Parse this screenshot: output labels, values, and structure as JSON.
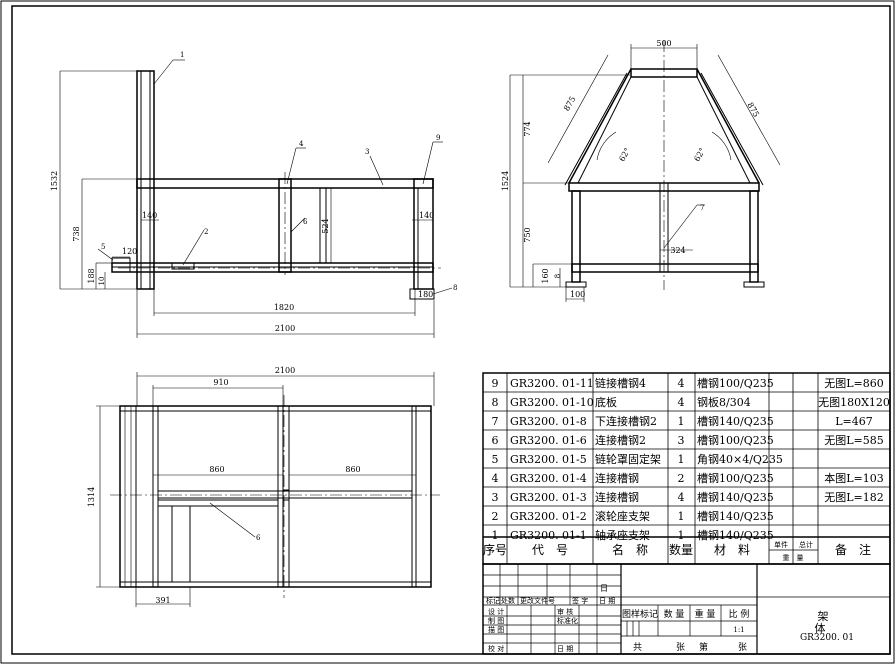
{
  "front_view": {
    "height_total": "1532",
    "height_mid": "738",
    "leg_height": "188",
    "base_thk": "10",
    "offset_120": "120",
    "post_140_left": "140",
    "post_140_right": "140",
    "inner_height": "524",
    "span_1820": "1820",
    "span_2100": "2100",
    "foot_180": "180",
    "balloon_1": "1",
    "balloon_2": "2",
    "balloon_3": "3",
    "balloon_4": "4",
    "balloon_5": "5",
    "balloon_6": "6",
    "balloon_8": "8",
    "balloon_9": "9"
  },
  "side_view": {
    "width_top": "500",
    "slant_left": "875",
    "slant_right": "875",
    "angle_left": "62°",
    "angle_right": "62°",
    "height_upper": "774",
    "height_total": "1524",
    "height_lower": "750",
    "leg_160": "160",
    "base_8": "8",
    "foot_100": "100",
    "mid_324": "324",
    "balloon_7": "7"
  },
  "top_view": {
    "width_2100": "2100",
    "half_910": "910",
    "bay_860_left": "860",
    "bay_860_right": "860",
    "depth_1314": "1314",
    "offset_391": "391",
    "balloon_6": "6"
  },
  "parts_list": {
    "rows": [
      {
        "seq": "9",
        "code": "GR3200. 01-11",
        "name": "链接槽钢4",
        "qty": "4",
        "material": "槽钢100/Q235",
        "note": "无图L=860"
      },
      {
        "seq": "8",
        "code": "GR3200. 01-10",
        "name": "底板",
        "qty": "4",
        "material": "钢板8/304",
        "note": "无图180X120"
      },
      {
        "seq": "7",
        "code": "GR3200. 01-8",
        "name": "下连接槽钢2",
        "qty": "1",
        "material": "槽钢140/Q235",
        "note": "L=467"
      },
      {
        "seq": "6",
        "code": "GR3200. 01-6",
        "name": "连接槽钢2",
        "qty": "3",
        "material": "槽钢100/Q235",
        "note": "无图L=585"
      },
      {
        "seq": "5",
        "code": "GR3200. 01-5",
        "name": "链轮罩固定架",
        "qty": "1",
        "material": "角钢40×4/Q235",
        "note": ""
      },
      {
        "seq": "4",
        "code": "GR3200. 01-4",
        "name": "连接槽钢",
        "qty": "2",
        "material": "槽钢100/Q235",
        "note": "本图L=103"
      },
      {
        "seq": "3",
        "code": "GR3200. 01-3",
        "name": "连接槽钢",
        "qty": "4",
        "material": "槽钢140/Q235",
        "note": "无图L=182"
      },
      {
        "seq": "2",
        "code": "GR3200. 01-2",
        "name": "滚轮座支架",
        "qty": "1",
        "material": "槽钢140/Q235",
        "note": ""
      },
      {
        "seq": "1",
        "code": "GR3200. 01-1",
        "name": "轴承座支架",
        "qty": "1",
        "material": "槽钢140/Q235",
        "note": ""
      }
    ],
    "header": {
      "seq": "序号",
      "code": "代　号",
      "name": "名　称",
      "qty": "数量",
      "material": "材　料",
      "unit_weight_top": "单件",
      "total_weight_top": "总计",
      "weight_label": "重　量",
      "note": "备　注"
    }
  },
  "title_block": {
    "marker": "日",
    "rev_headers": [
      "标记",
      "处数",
      "更改文件号",
      "签 字",
      "日 期"
    ],
    "roles": [
      "设 计",
      "制 图",
      "描 图",
      "校 对"
    ],
    "role_right": [
      "审 核",
      "标准化",
      "日 期"
    ],
    "col_headers": [
      "图样标记",
      "数 量",
      "重 量",
      "比 例"
    ],
    "scale": "1:1",
    "sheets_total": "共",
    "sheets_unit": "张",
    "sheet_no": "第",
    "sheet_unit2": "张",
    "name_line1": "架",
    "name_line2": "体",
    "drawing_no": "GR3200. 01"
  }
}
